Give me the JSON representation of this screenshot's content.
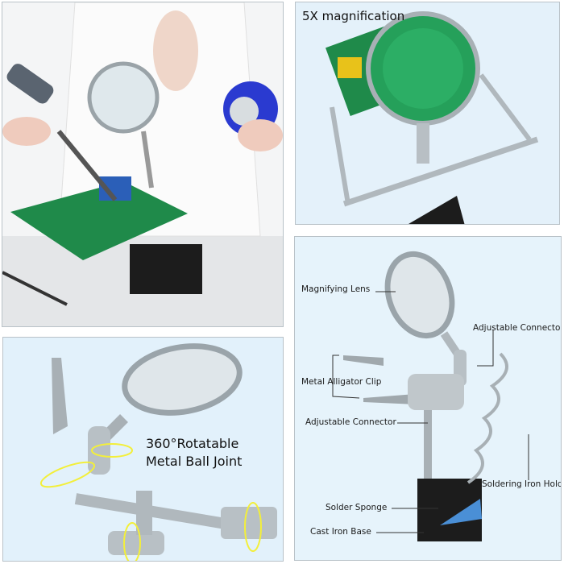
{
  "panels": {
    "magnification": {
      "title": "5X magnification"
    },
    "ball_joint": {
      "line1": "360°Rotatable",
      "line2": "Metal Ball Joint"
    },
    "parts": {
      "labels": [
        "Magnifying Lens",
        "Adjustable Connector",
        "Metal Alligator Clip",
        "Adjustable Connector",
        "Soldering Iron Holde",
        "Solder Sponge",
        "Cast Iron Base"
      ]
    }
  },
  "colors": {
    "panel_bg": "#e4f1fa",
    "pcb_green": "#1f8a4a",
    "sponge_blue": "#4a8fd6",
    "arrow_yellow": "#f3ef3a"
  }
}
